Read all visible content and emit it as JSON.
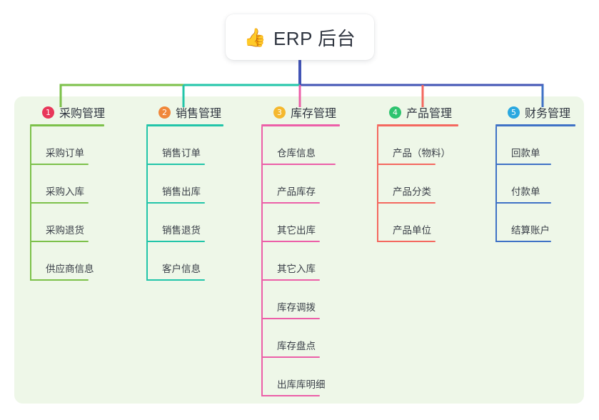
{
  "root": {
    "icon": "thumbs-up-icon",
    "emoji": "👍",
    "title": "ERP 后台"
  },
  "palette": {
    "panel_bg": "#eef7e8",
    "page_bg": "#ffffff",
    "root_stem": "#4254b5",
    "text": "#2f3540"
  },
  "columns": [
    {
      "number": "1",
      "title": "采购管理",
      "badge_color": "#e8375a",
      "line_color": "#7cc14a",
      "items": [
        {
          "label": "采购订单"
        },
        {
          "label": "采购入库"
        },
        {
          "label": "采购退货"
        },
        {
          "label": "供应商信息"
        }
      ]
    },
    {
      "number": "2",
      "title": "销售管理",
      "badge_color": "#f0873a",
      "line_color": "#22c5a9",
      "items": [
        {
          "label": "销售订单"
        },
        {
          "label": "销售出库"
        },
        {
          "label": "销售退货"
        },
        {
          "label": "客户信息"
        }
      ]
    },
    {
      "number": "3",
      "title": "库存管理",
      "badge_color": "#f5b82e",
      "line_color": "#ec5fa8",
      "items": [
        {
          "label": "仓库信息"
        },
        {
          "label": "产品库存"
        },
        {
          "label": "其它出库"
        },
        {
          "label": "其它入库"
        },
        {
          "label": "库存调拨"
        },
        {
          "label": "库存盘点"
        },
        {
          "label": "出库库明细"
        }
      ]
    },
    {
      "number": "4",
      "title": "产品管理",
      "badge_color": "#2ec46f",
      "line_color": "#f4685f",
      "items": [
        {
          "label": "产品（物料）"
        },
        {
          "label": "产品分类"
        },
        {
          "label": "产品单位"
        }
      ]
    },
    {
      "number": "5",
      "title": "财务管理",
      "badge_color": "#2aa8e0",
      "line_color": "#3f72c6",
      "items": [
        {
          "label": "回款单"
        },
        {
          "label": "付款单"
        },
        {
          "label": "结算账户"
        }
      ]
    }
  ]
}
